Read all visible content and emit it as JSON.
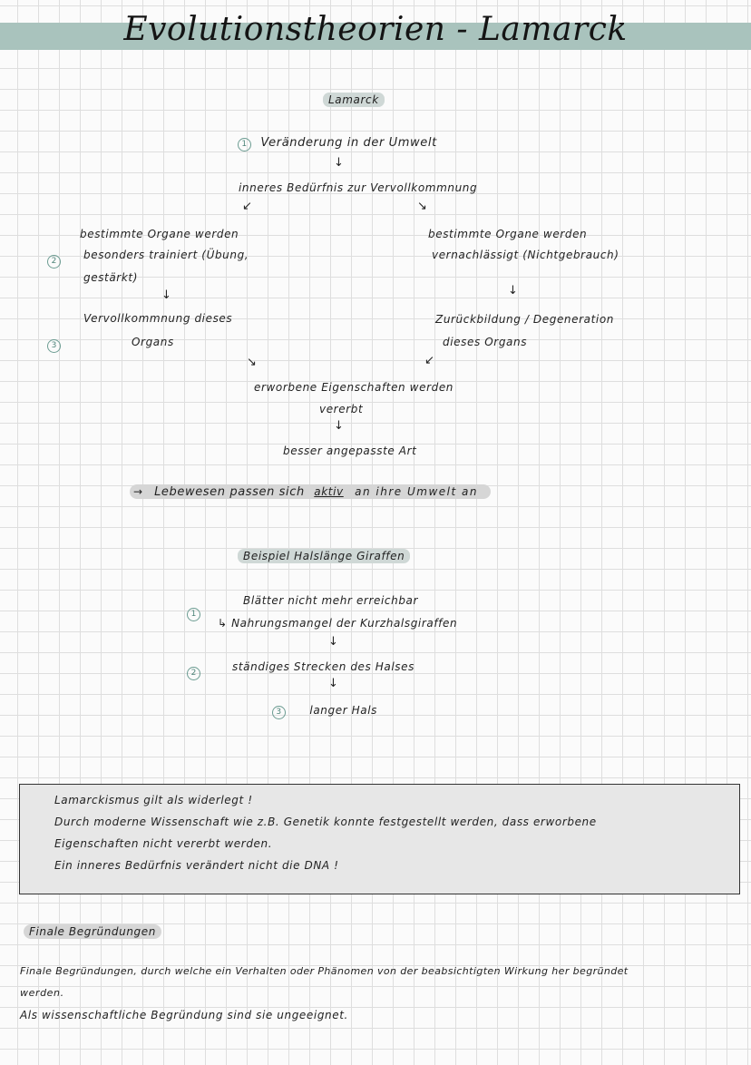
{
  "title": "Evolutionstheorien - Lamarck",
  "lamarck_tag": "Lamarck",
  "flow": {
    "n1": "1",
    "step1": "Veränderung in der Umwelt",
    "arrow_down": "↓",
    "inner_need": "inneres Bedürfnis zur Vervollkommnung",
    "arrow_down_left": "↙",
    "arrow_down_right": "↘",
    "n2": "2",
    "n3": "3",
    "left_a1": "bestimmte Organe werden",
    "left_a2": "besonders trainiert (Übung,",
    "left_a3": "gestärkt)",
    "left_b1": "Vervollkommnung dieses",
    "left_b2": "Organs",
    "right_a1": "bestimmte Organe werden",
    "right_a2": "vernachlässigt (Nichtgebrauch)",
    "right_b1": "Zurückbildung / Degeneration",
    "right_b2": "dieses Organs",
    "acquired1": "erworbene Eigenschaften werden",
    "acquired2": "vererbt",
    "better": "besser angepasste Art",
    "conclusion_arrow": "→",
    "conclusion_pre": "Lebewesen passen sich",
    "conclusion_aktiv": "aktiv",
    "conclusion_post": "an ihre Umwelt an"
  },
  "example": {
    "heading": "Beispiel Halslänge Giraffen",
    "n1": "1",
    "n2": "2",
    "n3": "3",
    "line1": "Blätter nicht mehr erreichbar",
    "line2": "↳ Nahrungsmangel der Kurzhalsgiraffen",
    "line3": "ständiges Strecken des Halses",
    "line4": "langer Hals"
  },
  "box": {
    "line1": "Lamarckismus gilt als widerlegt !",
    "line2": "Durch moderne Wissenschaft wie z.B. Genetik konnte festgestellt werden, dass erworbene",
    "line3": "Eigenschaften nicht vererbt werden.",
    "line4": "Ein inneres Bedürfnis verändert nicht die DNA !"
  },
  "final": {
    "heading": "Finale Begründungen",
    "line1": "Finale Begründungen, durch welche ein Verhalten oder Phänomen von der beabsichtigten Wirkung her begründet",
    "line2": "werden.",
    "line3": "Als wissenschaftliche Begründung sind sie ungeeignet."
  },
  "colors": {
    "accent_teal": "#a9c3bd",
    "number_circle": "#6c9c92",
    "box_bg": "#e7e7e7"
  }
}
